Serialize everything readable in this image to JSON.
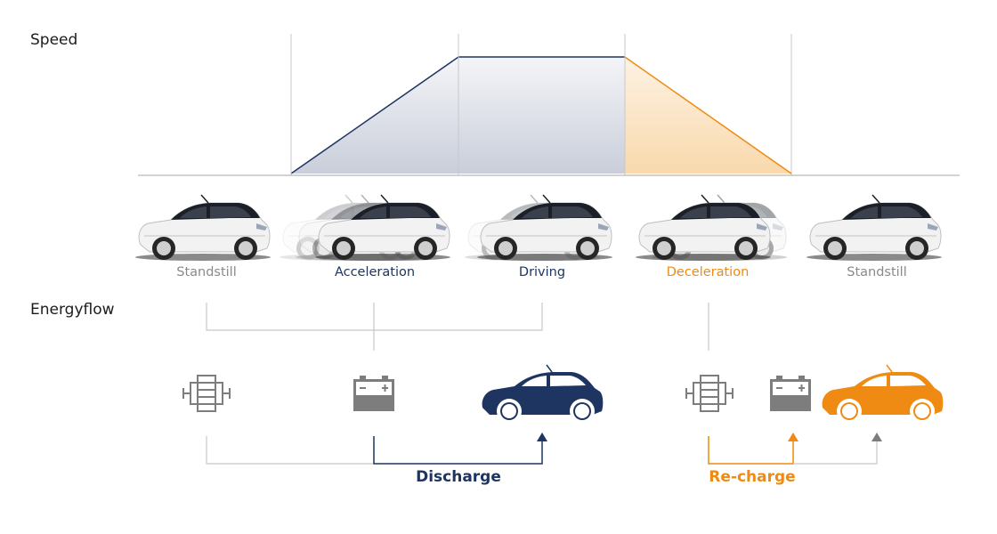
{
  "labels": {
    "speed": "Speed",
    "energyflow": "Energyflow"
  },
  "phases": [
    {
      "label": "Standstill",
      "color": "#8a8a8a"
    },
    {
      "label": "Acceleration",
      "color": "#1d3560"
    },
    {
      "label": "Driving",
      "color": "#1d3560"
    },
    {
      "label": "Deceleration",
      "color": "#ef8a12"
    },
    {
      "label": "Standstill",
      "color": "#8a8a8a"
    }
  ],
  "flows": {
    "discharge": "Discharge",
    "recharge": "Re-charge"
  },
  "icons": [
    "motor-icon",
    "battery-icon",
    "car-icon"
  ],
  "colors": {
    "navy": "#1d3560",
    "orange": "#ef8a12",
    "gray": "#7d7d7d",
    "light_gray": "#c8c8c8",
    "car_white": "#f2f2f2",
    "car_black": "#1b1f27"
  }
}
